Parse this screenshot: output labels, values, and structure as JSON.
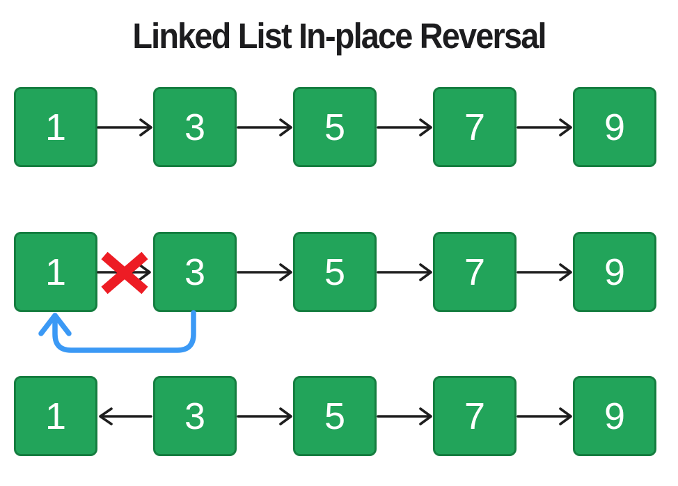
{
  "title": "Linked List In-place Reversal",
  "rows": [
    {
      "label": "original-list",
      "nodes": [
        "1",
        "3",
        "5",
        "7",
        "9"
      ],
      "links": [
        "1 -> 3",
        "3 -> 5",
        "5 -> 7",
        "7 -> 9"
      ]
    },
    {
      "label": "reversal-step",
      "nodes": [
        "1",
        "3",
        "5",
        "7",
        "9"
      ],
      "links": [
        "1 -> 3 (broken, crossed out)",
        "3 -> 5",
        "5 -> 7",
        "7 -> 9"
      ],
      "annotations": [
        "red cross over link 1 -> 3",
        "blue curved reversed pointer 3 -> 1"
      ]
    },
    {
      "label": "after-first-reversal",
      "nodes": [
        "1",
        "3",
        "5",
        "7",
        "9"
      ],
      "links": [
        "3 -> 1 (reversed)",
        "3 -> 5",
        "5 -> 7",
        "7 -> 9"
      ]
    }
  ],
  "colors": {
    "node_fill": "#22a45a",
    "node_border": "#157e40",
    "node_text": "#ffffff",
    "arrow_color": "#1e1e1e",
    "cross_color": "#ed1c24",
    "reversal_color": "#3b99f5",
    "background": "#ffffff",
    "title_color": "#1d1d1f"
  }
}
